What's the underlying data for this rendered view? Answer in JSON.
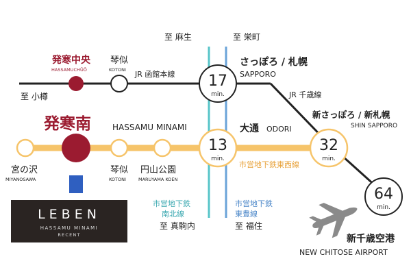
{
  "colors": {
    "jr_line": "#222222",
    "tozai_line": "#f6c46a",
    "namboku_line": "#56c4c8",
    "toho_line": "#6aa3d8",
    "station_red": "#9b1b30",
    "time_circle_border": "#222222",
    "time_circle_tozai_border": "#f6c46a",
    "logo_bg": "#2a2422",
    "accent_blue": "#2f5fc0",
    "airplane": "#8a8a8a"
  },
  "lines": {
    "jr_hakodate": "JR 函館本線",
    "jr_chitose": "JR 千歳線",
    "tozai": "市営地下鉄東西線",
    "namboku": {
      "line1": "市営地下鉄",
      "line2": "南北線"
    },
    "toho": {
      "line1": "市営地下鉄",
      "line2": "東豊線"
    }
  },
  "directions": {
    "asabu": "至 麻生",
    "sakaemachi": "至 栄町",
    "otaru": "至 小樽",
    "makomanai": "至 真駒内",
    "fukuzumi": "至 福住"
  },
  "stations": {
    "hassamuchuo": {
      "jp": "発寒中央",
      "en": "HASSAMUCHŪŌ"
    },
    "kotoni_jr": {
      "jp": "琴似",
      "en": "KOTONI"
    },
    "hassamu_minami": {
      "jp": "発寒南",
      "en": "HASSAMU MINAMI"
    },
    "miyanosawa": {
      "jp": "宮の沢",
      "en": "MIYANOSAWA"
    },
    "kotoni_sub": {
      "jp": "琴似",
      "en": "KOTONI"
    },
    "maruyama": {
      "jp": "円山公園",
      "en": "MARUYAMA KOEN"
    },
    "sapporo": {
      "jp": "さっぽろ / 札幌",
      "en": "SAPPORO"
    },
    "odori": {
      "jp": "大通",
      "en": "ODORI"
    },
    "shin_sapporo": {
      "jp": "新さっぽろ / 新札幌",
      "en": "SHIN SAPPORO"
    },
    "new_chitose": {
      "jp": "新千歳空港",
      "en": "NEW CHITOSE AIRPORT"
    }
  },
  "times": {
    "sapporo": {
      "value": "17",
      "unit": "min."
    },
    "odori": {
      "value": "13",
      "unit": "min."
    },
    "shin_sapporo": {
      "value": "32",
      "unit": "min."
    },
    "airport": {
      "value": "64",
      "unit": "min."
    }
  },
  "logo": {
    "name": "LEBEN",
    "line1": "HASSAMU MINAMI",
    "line2": "RECENT"
  },
  "icons": {
    "airplane": "airplane-icon",
    "current_location": "current-location-marker-icon"
  }
}
